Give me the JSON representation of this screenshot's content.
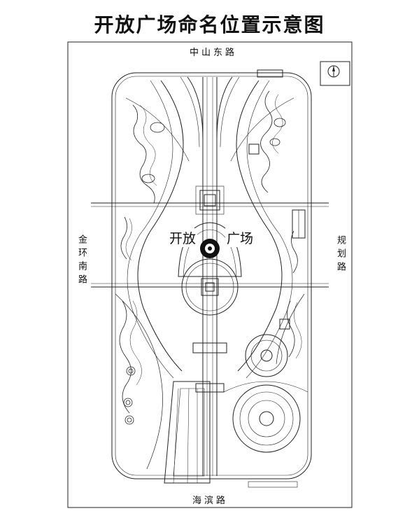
{
  "title": "开放广场命名位置示意图",
  "roads": {
    "north": "中山东路",
    "south": "海滨路",
    "west": "金环南路",
    "east": "规划路"
  },
  "plaza_label": [
    "开放",
    "广场"
  ],
  "compass_icon": "north-arrow-icon",
  "colors": {
    "line": "#222222",
    "background": "#ffffff"
  }
}
